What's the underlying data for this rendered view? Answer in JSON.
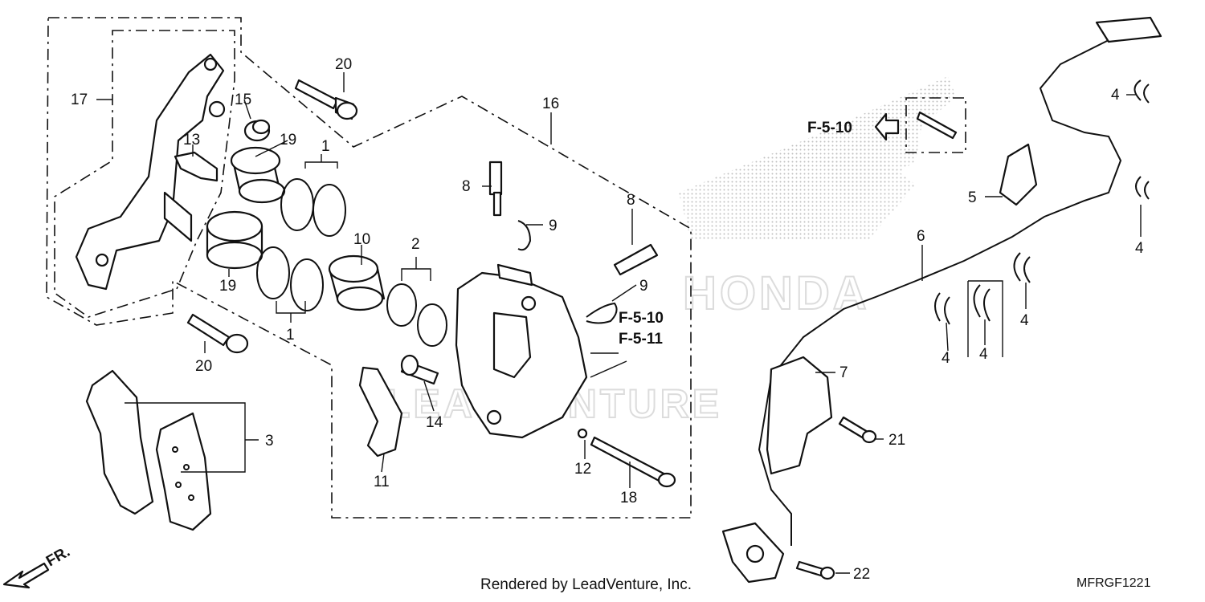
{
  "diagram": {
    "callouts": {
      "c1a": "1",
      "c1b": "1",
      "c2": "2",
      "c3": "3",
      "c4a": "4",
      "c4b": "4",
      "c4c": "4",
      "c4d": "4",
      "c4e": "4",
      "c5": "5",
      "c6": "6",
      "c7": "7",
      "c8a": "8",
      "c8b": "8",
      "c9a": "9",
      "c9b": "9",
      "c10": "10",
      "c11": "11",
      "c12": "12",
      "c13": "13",
      "c14": "14",
      "c15": "15",
      "c16": "16",
      "c17": "17",
      "c18": "18",
      "c19a": "19",
      "c19b": "19",
      "c20a": "20",
      "c20b": "20",
      "c21": "21",
      "c22": "22"
    },
    "references": {
      "r1": "F-5-10",
      "r2": "F-5-10",
      "r3": "F-5-11"
    },
    "front_marker": "FR.",
    "watermark_text": "LEADVENTURE",
    "brand_watermark": "HONDA"
  },
  "footer": {
    "credit": "Rendered by LeadVenture, Inc.",
    "diagram_code": "MFRGF1221"
  }
}
